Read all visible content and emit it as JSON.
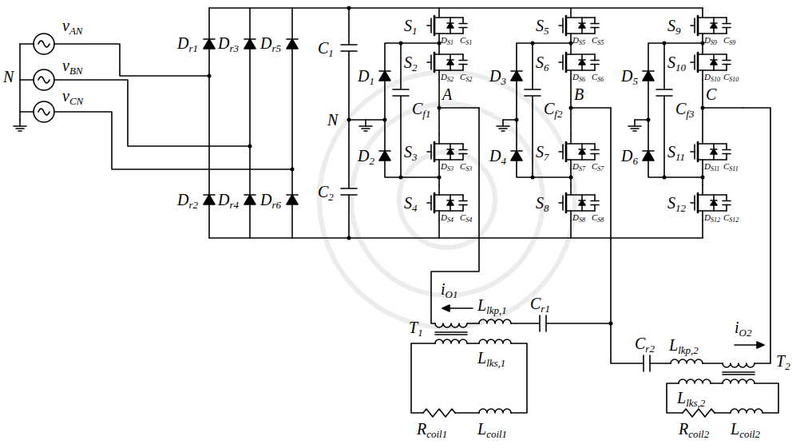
{
  "diagram": {
    "labels": [
      "vAN",
      "vBN",
      "vCN",
      "N",
      "Dr1",
      "Dr3",
      "Dr5",
      "Dr2",
      "Dr4",
      "Dr6",
      "C1",
      "N",
      "C2",
      "S1",
      "DS1",
      "CS1",
      "D1",
      "S2",
      "DS2",
      "CS2",
      "Cf1",
      "A",
      "D2",
      "S3",
      "DS3",
      "CS3",
      "S4",
      "DS4",
      "CS4",
      "S5",
      "DS5",
      "CS5",
      "D3",
      "S6",
      "DS6",
      "CS6",
      "Cf2",
      "B",
      "D4",
      "S7",
      "DS7",
      "CS7",
      "S8",
      "DS8",
      "CS8",
      "S9",
      "DS9",
      "CS9",
      "D5",
      "S10",
      "DS10",
      "CS10",
      "Cf3",
      "C",
      "D6",
      "S11",
      "DS11",
      "CS11",
      "S12",
      "DS12",
      "CS12",
      "iO1",
      "T1",
      "Llkp,1",
      "Cr1",
      "Llks,1",
      "Rcoil1",
      "Lcoil1",
      "iO2",
      "Cr2",
      "Llkp,2",
      "T2",
      "Llks,2",
      "Rcoil2",
      "Lcoil2"
    ]
  }
}
